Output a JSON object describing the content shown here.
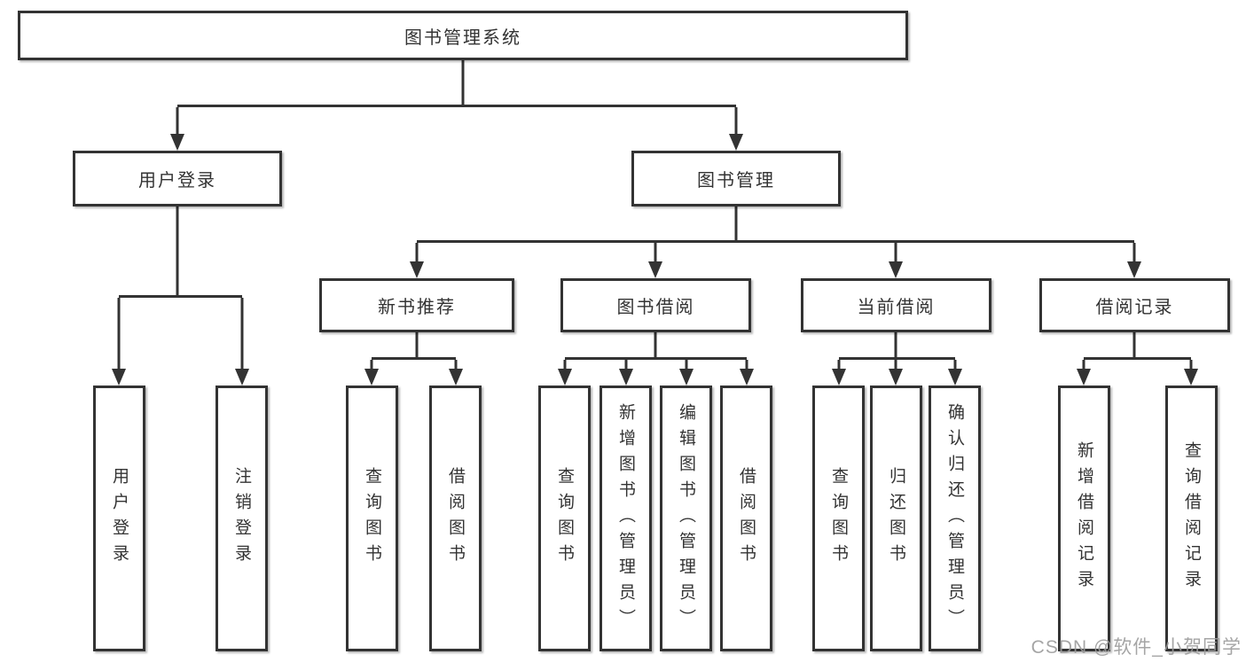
{
  "tree": {
    "root": {
      "label": "图书管理系统"
    },
    "user": {
      "label": "用户登录",
      "children": [
        {
          "label": "用户登录"
        },
        {
          "label": "注销登录"
        }
      ]
    },
    "books": {
      "label": "图书管理",
      "sections": [
        {
          "label": "新书推荐",
          "children": [
            {
              "label": "查询图书"
            },
            {
              "label": "借阅图书"
            }
          ]
        },
        {
          "label": "图书借阅",
          "children": [
            {
              "label": "查询图书"
            },
            {
              "label": "新增图书（管理员）"
            },
            {
              "label": "编辑图书（管理员）"
            },
            {
              "label": "借阅图书"
            }
          ]
        },
        {
          "label": "当前借阅",
          "children": [
            {
              "label": "查询图书"
            },
            {
              "label": "归还图书"
            },
            {
              "label": "确认归还（管理员）"
            }
          ]
        },
        {
          "label": "借阅记录",
          "children": [
            {
              "label": "新增借阅记录"
            },
            {
              "label": "查询借阅记录"
            }
          ]
        }
      ]
    }
  },
  "watermark": "CSDN @软件_小贺同学",
  "colors": {
    "line": "#333333",
    "border": "#333333",
    "text": "#333333",
    "watermark": "#9c9c9c",
    "background": "#ffffff"
  }
}
